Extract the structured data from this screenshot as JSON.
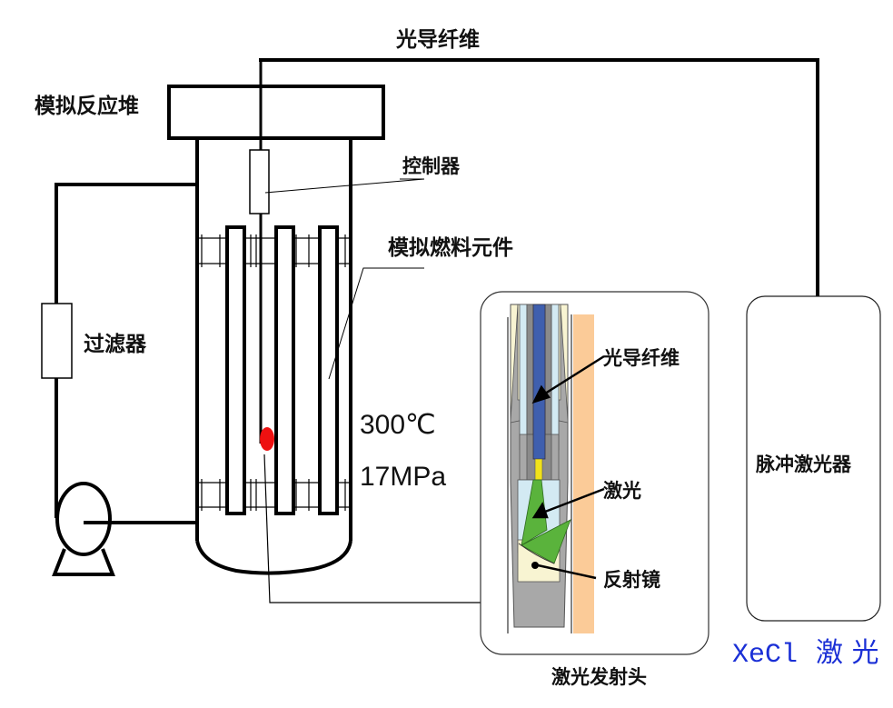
{
  "diagram": {
    "labels": {
      "optical_fiber_top": "光导纤维",
      "simulated_reactor": "模拟反应堆",
      "controller": "控制器",
      "simulated_fuel_element": "模拟燃料元件",
      "filter": "过滤器",
      "temperature": "300℃",
      "pressure": "17MPa",
      "pulsed_laser": "脉冲激光器",
      "xecl": "XeCl",
      "laser_suffix": "激 光",
      "inset_fiber": "光导纤维",
      "inset_laser": "激光",
      "inset_mirror": "反射镜",
      "laser_head": "激光发射头"
    },
    "colors": {
      "line": "#000000",
      "fiber_blue": "#3f5fae",
      "sleeve_light_blue": "#d3eaf3",
      "housing_gray": "#a8a8a8",
      "dark_gray": "#8a8a8a",
      "cream": "#f8f4d2",
      "wall_orange": "#fbcb98",
      "laser_green": "#5ab33c",
      "fiber_tip_yellow": "#f1e21a",
      "target_red": "#ee1111",
      "xecl_blue": "#1a2fd6"
    }
  }
}
